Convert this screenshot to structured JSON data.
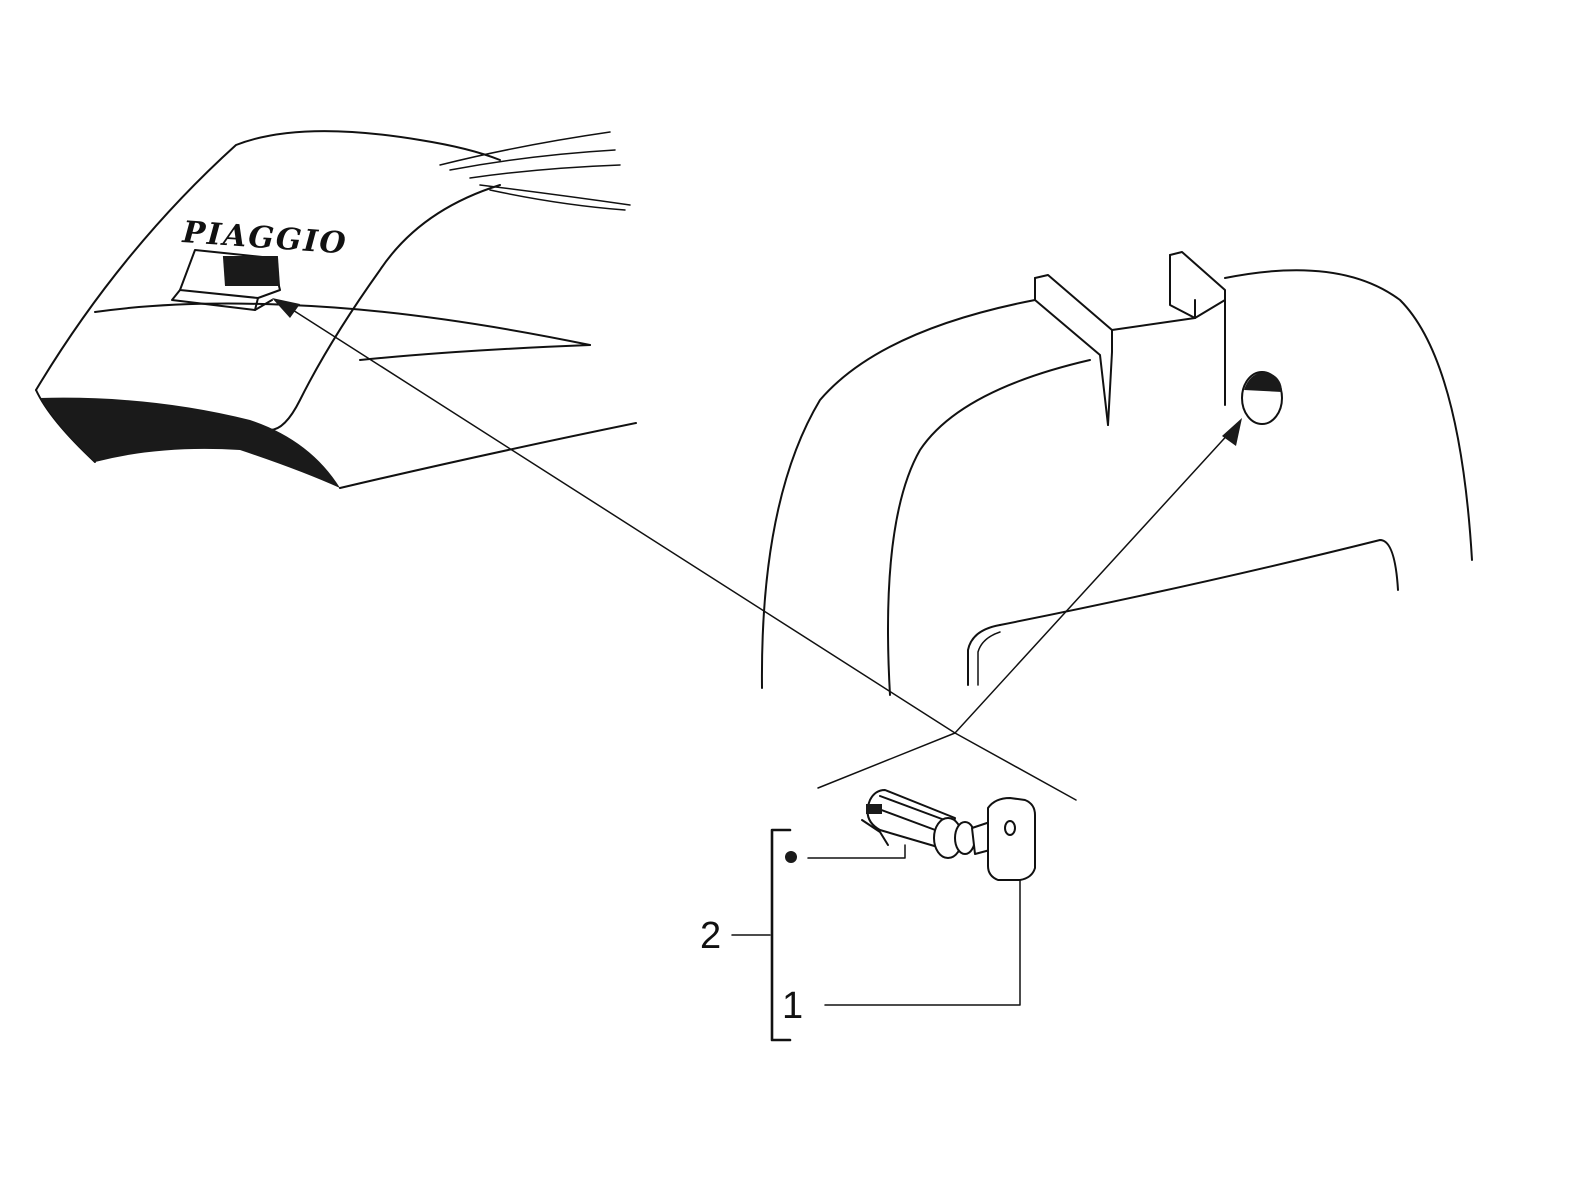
{
  "brand_logo": "PIAGGIO",
  "callouts": [
    {
      "id": "1",
      "label": "1"
    },
    {
      "id": "2",
      "label": "2"
    }
  ],
  "colors": {
    "ink": "#111111",
    "paper": "#ffffff"
  }
}
